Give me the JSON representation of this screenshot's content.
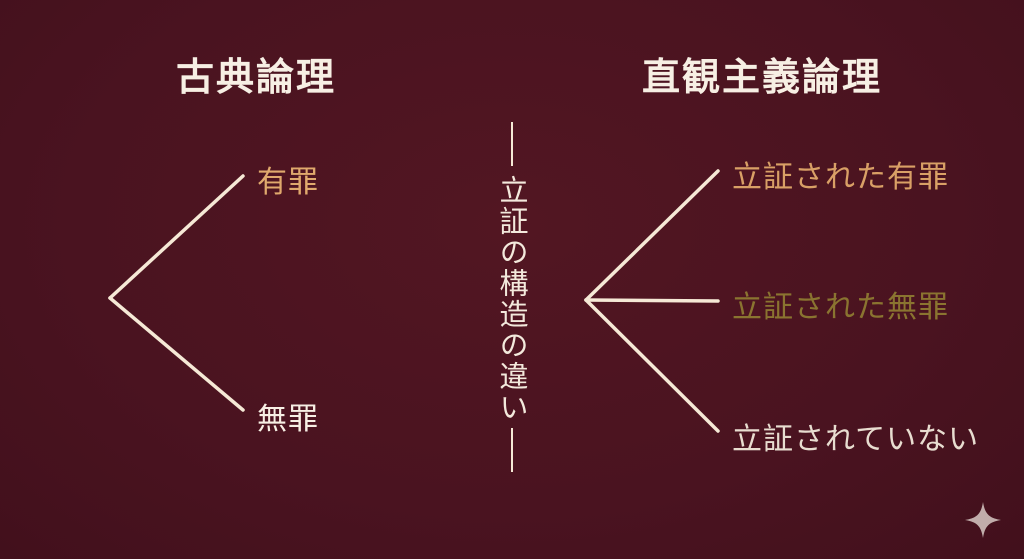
{
  "left": {
    "heading": "古典論理",
    "branches": [
      {
        "label": "有罪",
        "color": "#e0a96d"
      },
      {
        "label": "無罪",
        "color": "#f7efe4"
      }
    ]
  },
  "center": {
    "vertical_label": "立証の構造の違い"
  },
  "right": {
    "heading": "直観主義論理",
    "branches": [
      {
        "label": "立証された有罪",
        "color": "#d9a066"
      },
      {
        "label": "立証された無罪",
        "color": "#8a7430"
      },
      {
        "label": "立証されていない",
        "color": "#e8ddd0"
      }
    ]
  },
  "colors": {
    "background": "#4a1320",
    "line": "#f6e9d6"
  },
  "decor": {
    "sparkle_icon": "sparkle-icon"
  }
}
